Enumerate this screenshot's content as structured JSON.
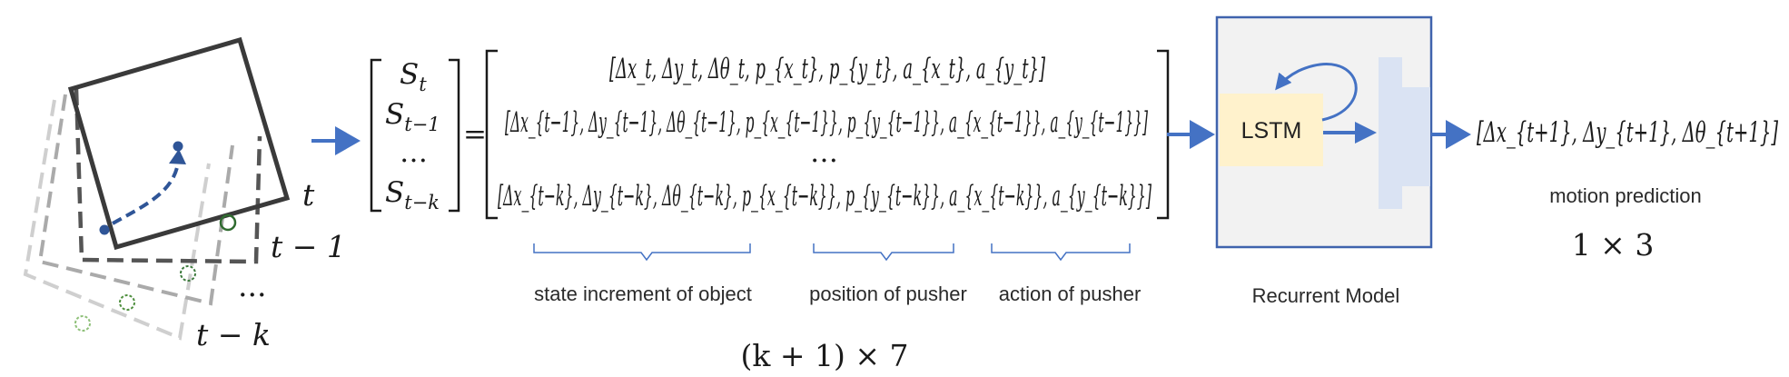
{
  "frames": {
    "t": "t",
    "t_minus_1": "t − 1",
    "dots": "...",
    "t_minus_k": "t − k"
  },
  "state_vector": {
    "rows": [
      "S",
      "S",
      "…",
      "S"
    ],
    "subs": [
      "t",
      "t−1",
      "",
      "t−k"
    ]
  },
  "equals": "=",
  "feature_matrix": {
    "row_t": "[Δx_t, Δy_t, Δθ_t, p_{x_t}, p_{y_t}, a_{x_t}, a_{y_t}]",
    "row_t_minus_1": "[Δx_{t−1}, Δy_{t−1}, Δθ_{t−1}, p_{x_{t−1}}, p_{y_{t−1}}, a_{x_{t−1}}, a_{y_{t−1}}]",
    "ellipsis": "…",
    "row_t_minus_k": "[Δx_{t−k}, Δy_{t−k}, Δθ_{t−k}, p_{x_{t−k}}, p_{y_{t−k}}, a_{x_{t−k}}, a_{y_{t−k}}]"
  },
  "group_labels": {
    "state_increment": "state increment of object",
    "position": "position of pusher",
    "action": "action of pusher"
  },
  "matrix_size": "(k + 1) × 7",
  "model": {
    "lstm_label": "LSTM",
    "caption": "Recurrent Model"
  },
  "output": {
    "vector": "[Δx_{t+1}, Δy_{t+1}, Δθ_{t+1}]",
    "caption": "motion prediction",
    "size": "1 × 3"
  },
  "colors": {
    "arrow": "#4472c4",
    "model_border": "#3f63ad",
    "model_fill": "#f2f2f2",
    "lstm_fill": "#fff2cc",
    "fc_fill": "#dae3f3"
  }
}
